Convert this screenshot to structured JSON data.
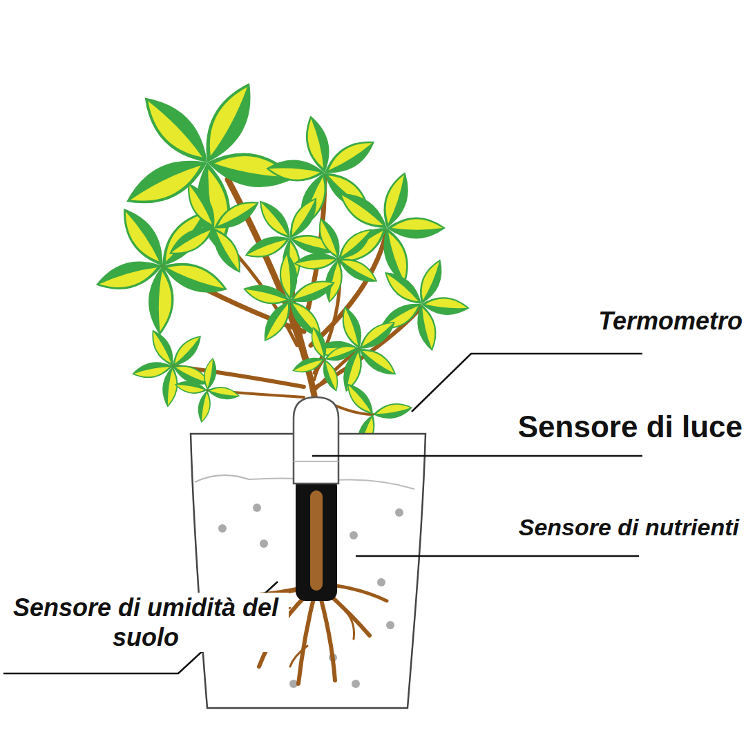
{
  "diagram": {
    "labels": [
      "Termometro",
      "Sensore di luce",
      "Sensore di nutrienti",
      "Sensore di umidità del suolo"
    ]
  }
}
